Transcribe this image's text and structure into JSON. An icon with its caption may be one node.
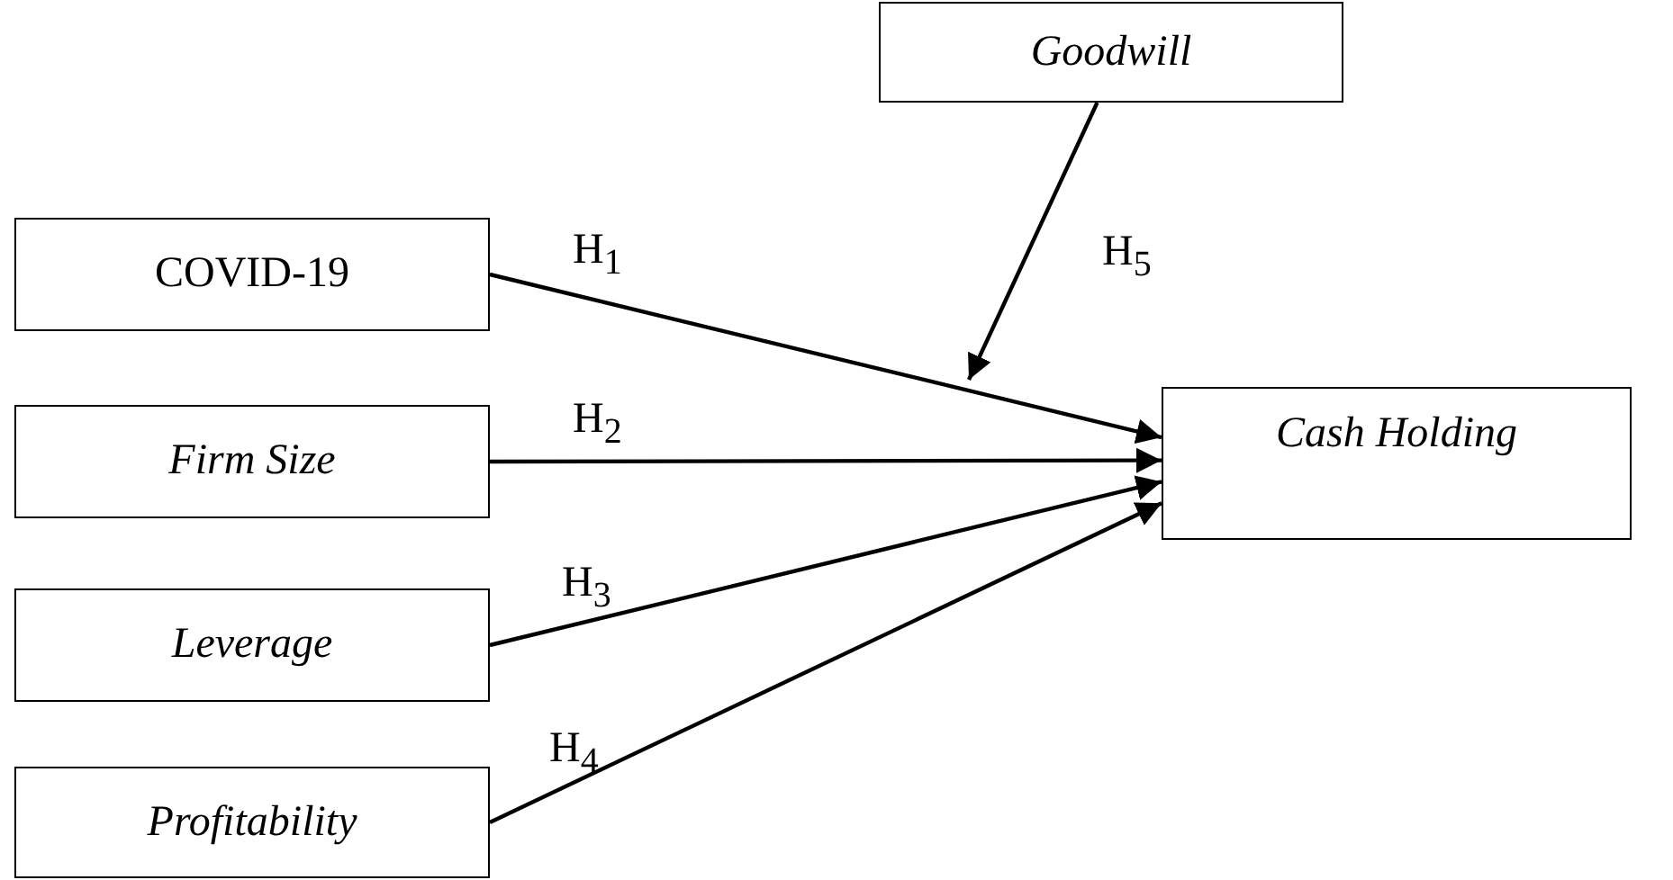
{
  "diagram": {
    "nodes": [
      {
        "text": [
          "Goodwill"
        ]
      },
      {
        "text": [
          "COVID-19"
        ]
      },
      {
        "text": [
          "Firm Size"
        ]
      },
      {
        "text": [
          "Cash Holding"
        ]
      },
      {
        "text": [
          "Leverage"
        ]
      },
      {
        "text": [
          "Profitability"
        ]
      }
    ],
    "edges": [
      {
        "from": 1,
        "to": 3,
        "arrow": "to",
        "label": "H$_{1}$"
      },
      {
        "from": 2,
        "to": 3,
        "arrow": "to",
        "label": "H$_{2}$"
      },
      {
        "from": 4,
        "to": 3,
        "arrow": "to",
        "label": "H$_{3}$"
      },
      {
        "from": 5,
        "to": 3,
        "arrow": "to",
        "label": "H$_{4}$"
      },
      {
        "from": 0,
        "to": null,
        "arrow": "to",
        "label": "H$_{5}$"
      }
    ]
  }
}
